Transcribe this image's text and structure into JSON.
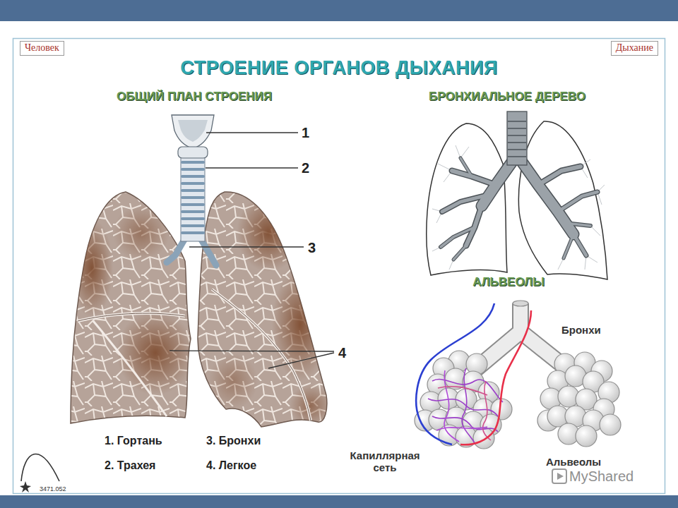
{
  "diagram": {
    "title": "СТРОЕНИЕ ОРГАНОВ ДЫХАНИЯ",
    "nodes": [
      {
        "text": [
          "Человек"
        ]
      },
      {
        "text": [
          "Дыхание"
        ]
      }
    ],
    "labels": [
      "ОБЩИЙ ПЛАН СТРОЕНИЯ",
      "БРОНХИАЛЬНОЕ ДЕРЕВО",
      "1",
      "2",
      "3",
      "4",
      "АЛЬВЕОЛЫ",
      "Бронхи",
      "1. Гортань",
      "3. Бронхи",
      "2. Трахея",
      "4. Легкое",
      "Капиллярная сеть",
      "Альвеолы",
      "3471.052",
      "MyShared"
    ]
  }
}
